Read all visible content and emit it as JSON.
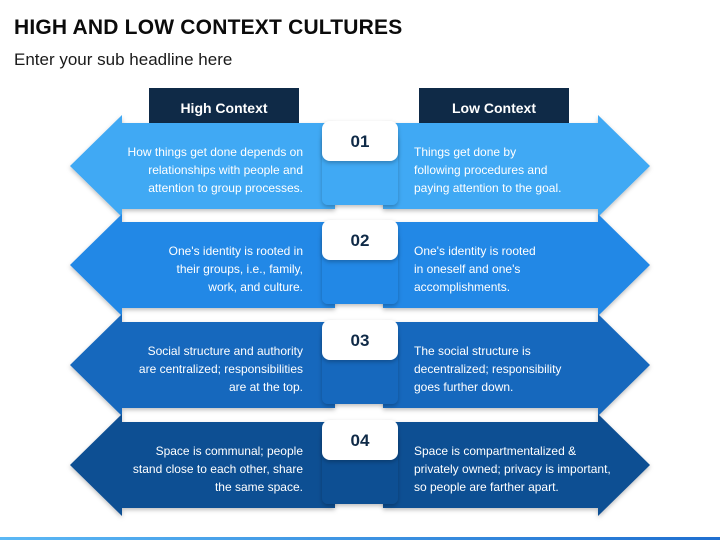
{
  "title": "HIGH AND LOW CONTEXT CULTURES",
  "subtitle": "Enter your sub headline here",
  "headers": {
    "left": "High Context",
    "right": "Low Context"
  },
  "colors": {
    "row1": "#41a9f4",
    "row2": "#2388e6",
    "row3": "#1467bd",
    "row4": "#0e4f93",
    "header_bg": "#0f2a47",
    "badge_bg": "#ffffff",
    "badge_text": "#0f2a47"
  },
  "rows": [
    {
      "number": "01",
      "high": [
        "How things get done depends on",
        "relationships with people and",
        "attention to group processes."
      ],
      "low": [
        "Things get done by",
        "following procedures and",
        "paying attention to the goal."
      ]
    },
    {
      "number": "02",
      "high": [
        "One's identity is rooted in",
        "their groups, i.e., family,",
        "work, and culture."
      ],
      "low": [
        "One's identity is rooted",
        "in oneself and one's",
        "accomplishments."
      ]
    },
    {
      "number": "03",
      "high": [
        "Social structure and authority",
        "are centralized; responsibilities",
        "are at the top."
      ],
      "low": [
        "The social structure is",
        "decentralized; responsibility",
        "goes further down."
      ]
    },
    {
      "number": "04",
      "high": [
        "Space is communal; people",
        "stand close to each other, share",
        "the same space."
      ],
      "low": [
        "Space is compartmentalized &",
        "privately owned; privacy is important,",
        "so people are farther apart."
      ]
    }
  ]
}
